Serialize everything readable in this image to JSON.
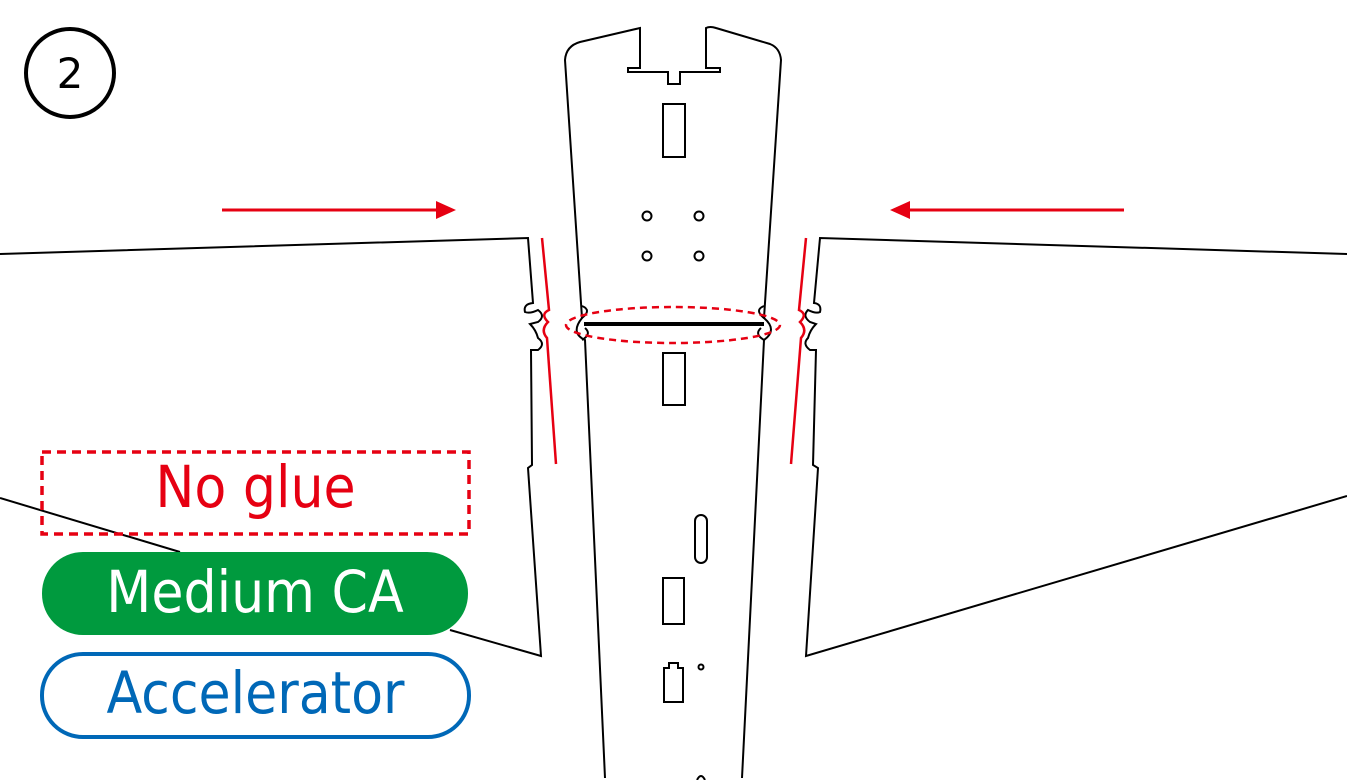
{
  "step": {
    "number": "2"
  },
  "legend": {
    "no_glue": "No glue",
    "medium_ca": "Medium CA",
    "accelerator": "Accelerator"
  },
  "colors": {
    "no_glue": "#e60012",
    "medium_ca": "#009a3e",
    "accelerator": "#0068b7",
    "line": "#000000",
    "arrow": "#e60012"
  }
}
